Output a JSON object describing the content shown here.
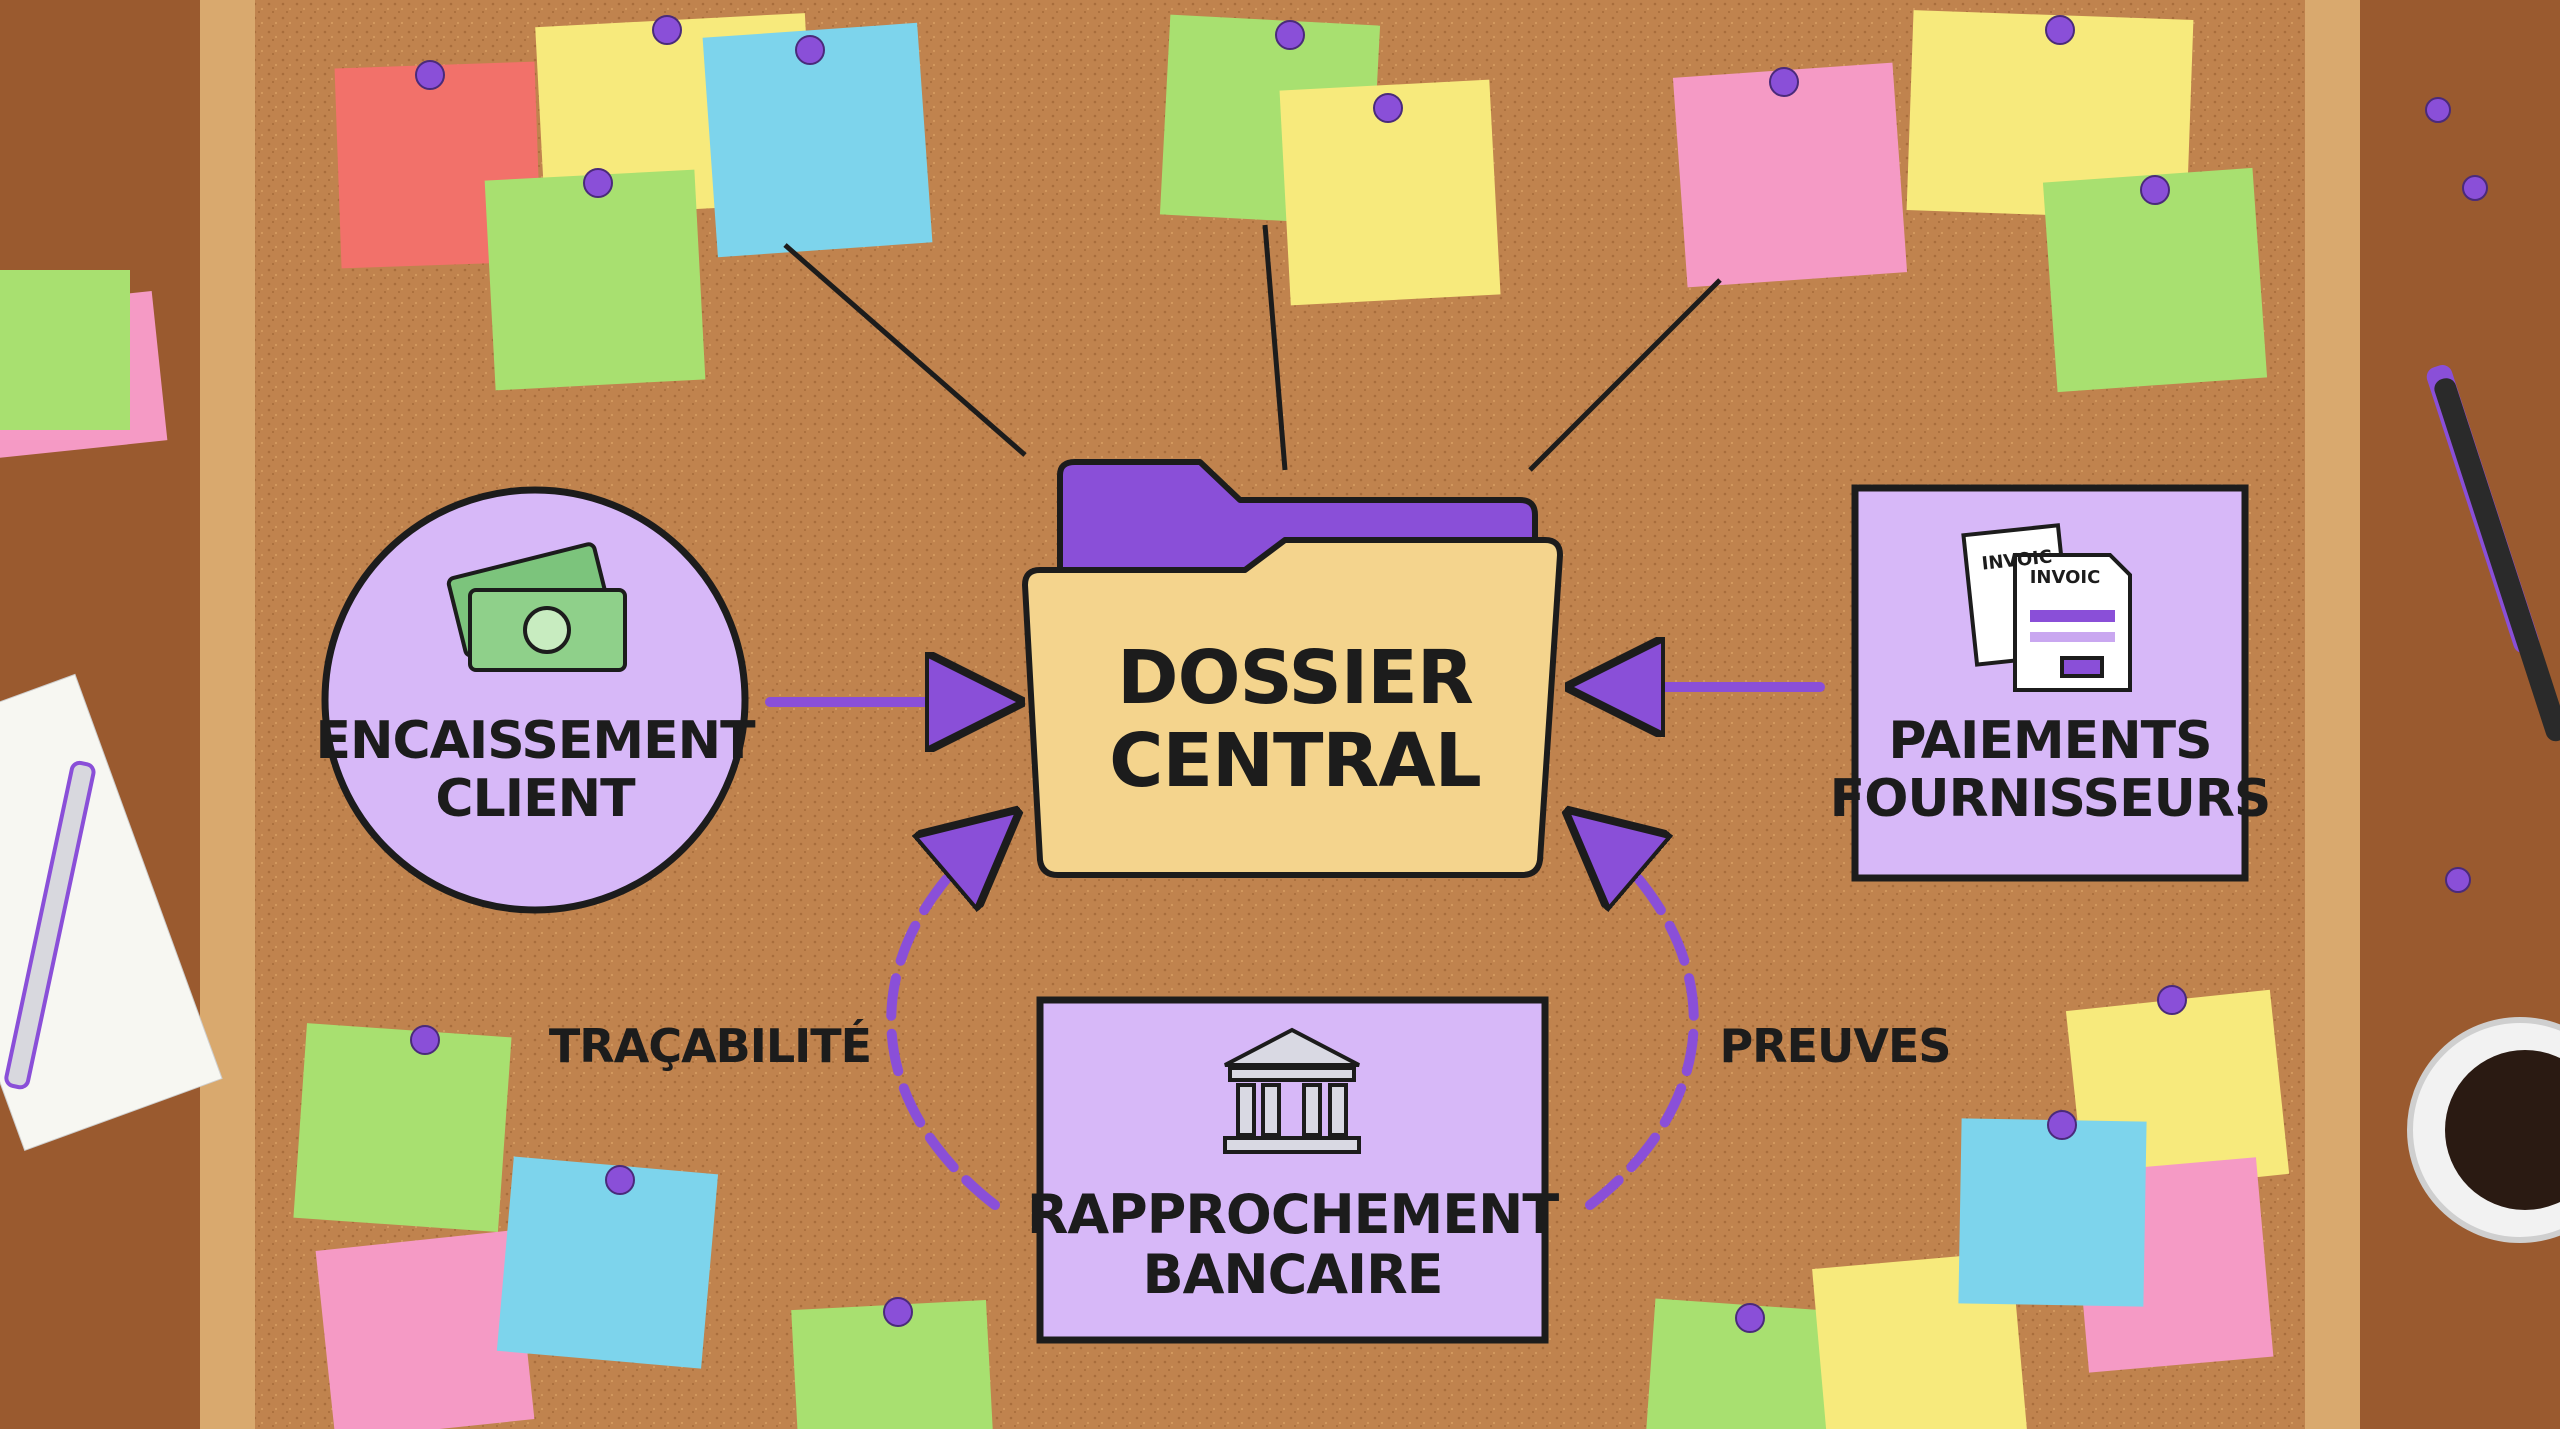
{
  "center": {
    "line1": "DOSSIER",
    "line2": "CENTRAL"
  },
  "left_node": {
    "line1": "ENCAISSEMENT",
    "line2": "CLIENT",
    "icon": "money-icon"
  },
  "right_node": {
    "line1": "PAIEMENTS",
    "line2": "FOURNISSEURS",
    "icon": "invoice-icon",
    "invoice_text": "INVOIC"
  },
  "bottom_node": {
    "line1": "RAPPROCHEMENT",
    "line2": "BANCAIRE",
    "icon": "bank-icon"
  },
  "arrow_labels": {
    "left": "TRAÇABILITÉ",
    "right": "PREUVES"
  },
  "colors": {
    "cork": "#c0834e",
    "frame": "#d9a96e",
    "purple": "#8a4fd8",
    "lavender": "#d7b8f8",
    "folder_tan": "#f4d48d",
    "outline": "#1c1c1c"
  }
}
